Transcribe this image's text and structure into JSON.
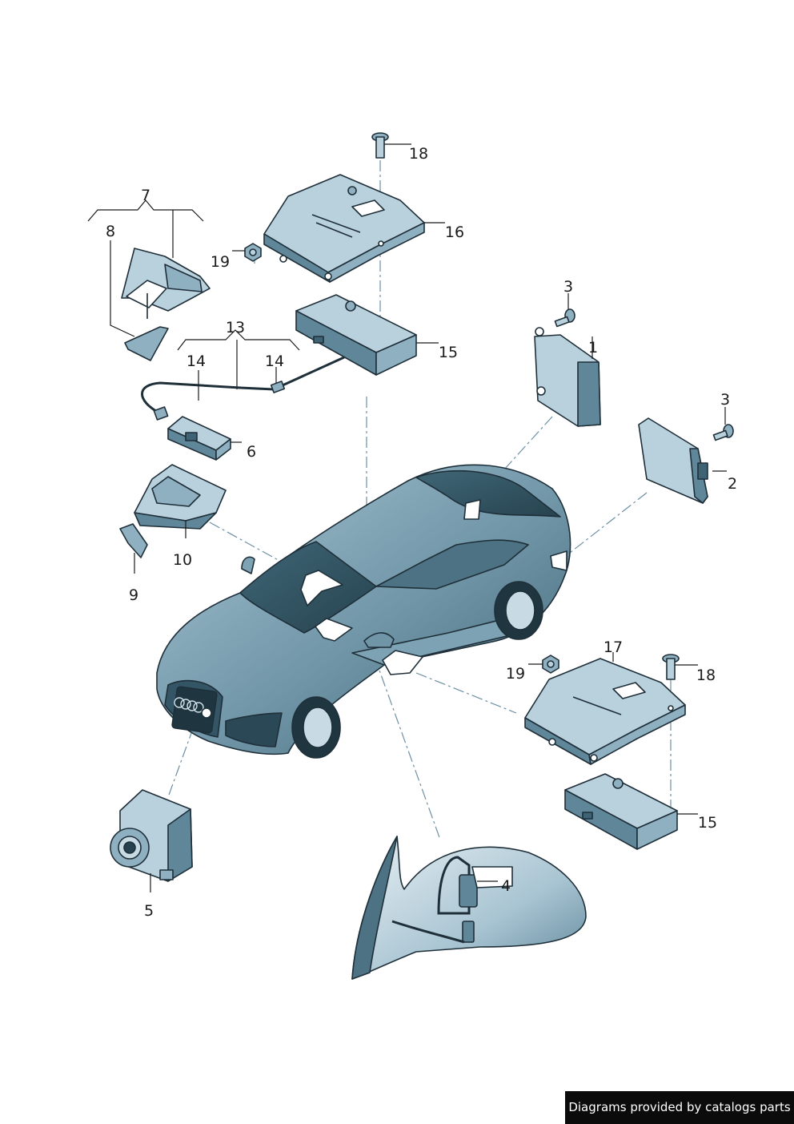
{
  "labels": {
    "l1": "1",
    "l2": "2",
    "l3a": "3",
    "l3b": "3",
    "l4": "4",
    "l5": "5",
    "l6": "6",
    "l7": "7",
    "l8": "8",
    "l9": "9",
    "l10": "10",
    "l13": "13",
    "l14a": "14",
    "l14b": "14",
    "l15a": "15",
    "l15b": "15",
    "l16": "16",
    "l17": "17",
    "l18a": "18",
    "l18b": "18",
    "l19a": "19",
    "l19b": "19"
  },
  "footer": {
    "credit": "Diagrams provided by catalogs parts"
  },
  "colors": {
    "part_light": "#b9d1dd",
    "part_mid": "#8fb0c1",
    "part_dark": "#3e6374",
    "leader_dash": "#6d8fa3"
  }
}
